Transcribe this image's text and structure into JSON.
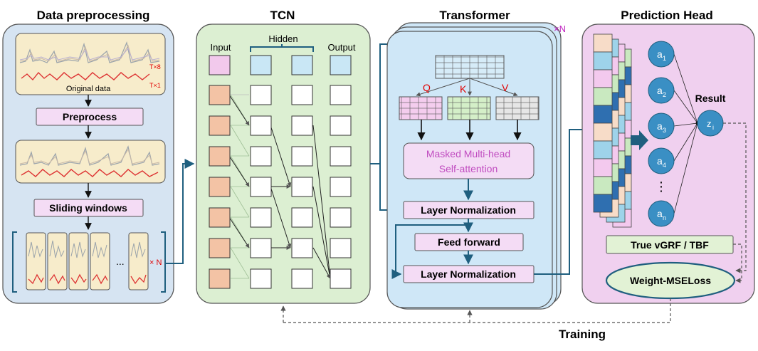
{
  "sections": {
    "data_preprocessing": "Data preprocessing",
    "tcn": "TCN",
    "transformer": "Transformer",
    "prediction_head": "Prediction Head"
  },
  "preprocessing": {
    "original_data": "Original data",
    "t8": "T×8",
    "t1": "T×1",
    "preprocess": "Preprocess",
    "sliding_windows": "Sliding windows",
    "ellipsis": "...",
    "times_n": "× N"
  },
  "tcn": {
    "input": "Input",
    "hidden": "Hidden",
    "output": "Output"
  },
  "transformer": {
    "times_n": "×N",
    "q": "Q",
    "k": "K",
    "v": "V",
    "attention_line1": "Masked Multi-head",
    "attention_line2": "Self-attention",
    "layer_norm_1": "Layer Normalization",
    "feed_forward": "Feed forward",
    "layer_norm_2": "Layer Normalization"
  },
  "prediction_head": {
    "neurons": [
      {
        "base": "a",
        "sub": "1"
      },
      {
        "base": "a",
        "sub": "2"
      },
      {
        "base": "a",
        "sub": "3"
      },
      {
        "base": "a",
        "sub": "4"
      },
      {
        "base": "a",
        "sub": "n"
      }
    ],
    "vdots": "⋮",
    "result": "Result",
    "z_base": "z",
    "z_sub": "i",
    "true_label": "True vGRF / TBF",
    "loss": "Weight-MSELoss"
  },
  "training": "Training",
  "colors": {
    "preprocess_bg": "#d6e4f2",
    "tcn_bg": "#dcefd2",
    "transformer_bg": "#cfe7f7",
    "head_bg": "#f0d0ef",
    "arrow": "#1f5f7f",
    "neuron": "#3a8fc4",
    "qkv_red": "#e00000"
  }
}
